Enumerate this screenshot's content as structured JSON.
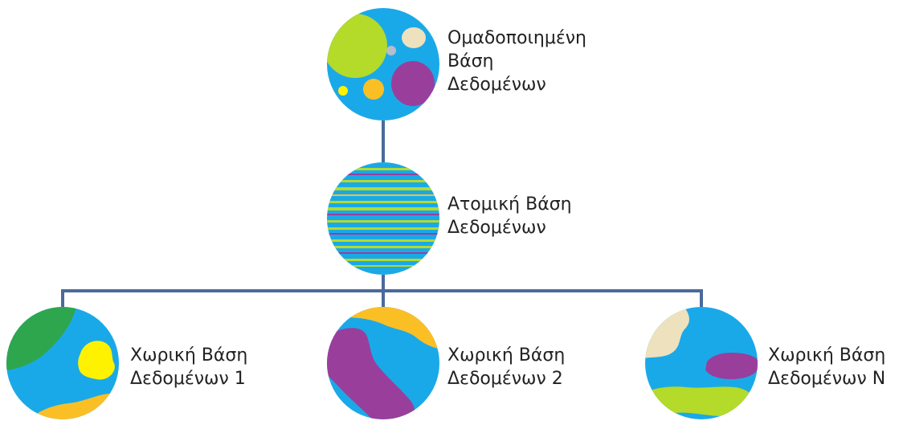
{
  "nodes": {
    "federated": {
      "line1": "Ομαδοποιημένη",
      "line2": "Βάση",
      "line3": "Δεδομένων"
    },
    "atomic": {
      "line1": "Ατομική Βάση",
      "line2": "Δεδομένων"
    },
    "local_1": {
      "line1": "Χωρική Βάση",
      "line2": "Δεδομένων 1"
    },
    "local_2": {
      "line1": "Χωρική Βάση",
      "line2": "Δεδομένων 2"
    },
    "local_n": {
      "line1": "Χωρική Βάση",
      "line2": "Δεδομένων N"
    }
  },
  "colors": {
    "globe_base": "#1AA9E8",
    "connector": "#4A6A9A",
    "lime": "#B4DA2A",
    "beige": "#EEE1BE",
    "grey": "#B7BEC9",
    "purple": "#9A3E9C",
    "orange": "#FBBF26",
    "yellow": "#FFF200",
    "green": "#2EA64E"
  }
}
